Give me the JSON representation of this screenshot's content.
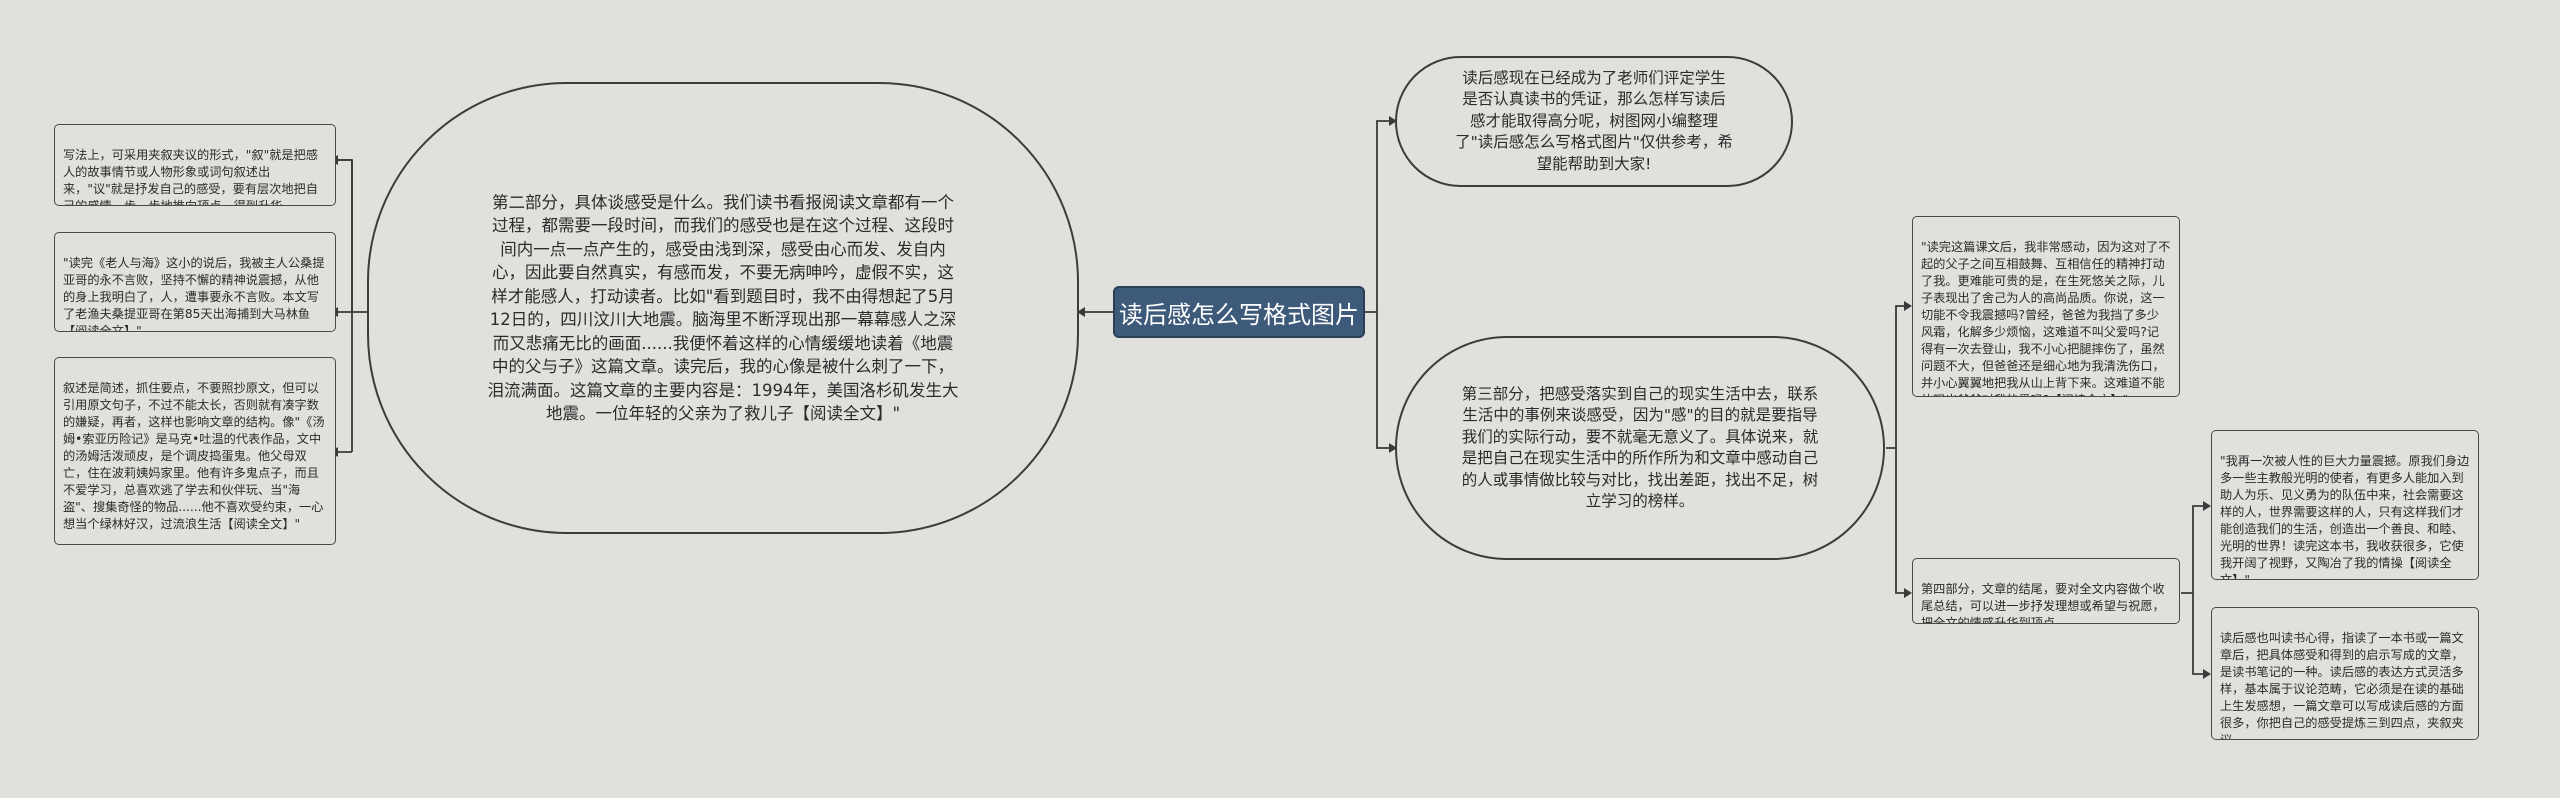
{
  "root": {
    "title": "读后感怎么写格式图片"
  },
  "left": {
    "part2": "第二部分，具体谈感受是什么。我们读书看报阅读文章都有一个过程，都需要一段时间，而我们的感受也是在这个过程、这段时间内一点一点产生的，感受由浅到深，感受由心而发、发自内心，因此要自然真实，有感而发，不要无病呻吟，虚假不实，这样才能感人，打动读者。比如\"看到题目时，我不由得想起了5月12日的，四川汶川大地震。脑海里不断浮现出那一幕幕感人之深而又悲痛无比的画面......我便怀着这样的心情缓缓地读着《地震中的父与子》这篇文章。读完后，我的心像是被什么刺了一下，泪流满面。这篇文章的主要内容是：1994年，美国洛杉矶发生大地震。一位年轻的父亲为了救儿子【阅读全文】\"",
    "notes": [
      "写法上，可采用夹叙夹议的形式，\"叙\"就是把感人的故事情节或人物形象或词句叙述出来，\"议\"就是抒发自己的感受，要有层次地把自己的感情一步一步地推向顶点，得到升华。",
      "\"读完《老人与海》这小的说后，我被主人公桑提亚哥的永不言败，坚持不懈的精神说震撼，从他的身上我明白了，人，遭事要永不言败。本文写了老渔夫桑提亚哥在第85天出海捕到大马林鱼【阅读全文】\"",
      "叙述是简述，抓住要点，不要照抄原文，但可以引用原文句子，不过不能太长，否则就有凑字数的嫌疑，再者，这样也影响文章的结构。像\"《汤姆•索亚历险记》是马克•吐温的代表作品，文中的汤姆活泼顽皮，是个调皮捣蛋鬼。他父母双亡，住在波莉姨妈家里。他有许多鬼点子，而且不爱学习，总喜欢逃了学去和伙伴玩、当\"海盗\"、搜集奇怪的物品......他不喜欢受约束，一心想当个绿林好汉，过流浪生活【阅读全文】\""
    ]
  },
  "right": {
    "intro": "读后感现在已经成为了老师们评定学生是否认真读书的凭证，那么怎样写读后感才能取得高分呢，树图网小编整理了\"读后感怎么写格式图片\"仅供参考，希望能帮助到大家!",
    "note_top": "\"读完这篇课文后，我非常感动，因为这对了不起的父子之间互相鼓舞、互相信任的精神打动了我。更难能可贵的是，在生死悠关之际，儿子表现出了舍己为人的高尚品质。你说，这一切能不令我震撼吗?曾经，爸爸为我挡了多少风霜，化解多少烦恼，这难道不叫父爱吗?记得有一次去登山，我不小心把腿摔伤了，虽然问题不大，但爸爸还是细心地为我清洗伤口，并小心翼翼地把我从山上背下来。这难道不能体现出爸爸对我的爱吗?【阅读全文】\"",
    "part3": "第三部分，把感受落实到自己的现实生活中去，联系生活中的事例来谈感受，因为\"感\"的目的就是要指导我们的实际行动，要不就毫无意义了。具体说来，就是把自己在现实生活中的所作所为和文章中感动自己的人或事情做比较与对比，找出差距，找出不足，树立学习的榜样。",
    "part4": "第四部分，文章的结尾，要对全文内容做个收尾总结，可以进一步抒发理想或希望与祝愿，把全文的情感升华到顶点。",
    "note_r1": "\"我再一次被人性的巨大力量震撼。原我们身边多一些主教般光明的使者，有更多人能加入到助人为乐、见义勇为的队伍中来，社会需要这样的人，世界需要这样的人，只有这样我们才能创造我们的生活，创造出一个善良、和睦、光明的世界！读完这本书，我收获很多，它使我开阔了视野，又陶冶了我的情操【阅读全文】\"",
    "note_r2": "    读后感也叫读书心得，指读了一本书或一篇文章后，把具体感受和得到的启示写成的文章，是读书笔记的一种。读后感的表达方式灵活多样，基本属于议论范畴，它必须是在读的基础上生发感想，一篇文章可以写成读后感的方面很多，你把自己的感受提炼三到四点，夹叙夹议。"
  }
}
